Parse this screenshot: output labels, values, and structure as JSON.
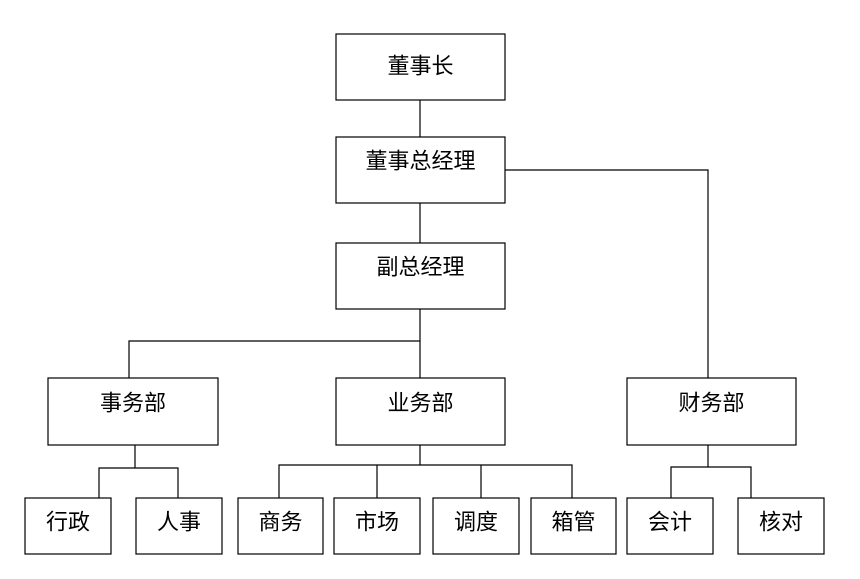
{
  "diagram": {
    "type": "org-chart",
    "nodes": {
      "chairman": "董事长",
      "gm": "董事总经理",
      "deputy_gm": "副总经理",
      "admin_dept": "事务部",
      "business_dept": "业务部",
      "finance_dept": "财务部",
      "admin": "行政",
      "hr": "人事",
      "commerce": "商务",
      "market": "市场",
      "dispatch": "调度",
      "container": "箱管",
      "accounting": "会计",
      "audit": "核对"
    },
    "edges": [
      [
        "chairman",
        "gm"
      ],
      [
        "gm",
        "deputy_gm"
      ],
      [
        "gm",
        "finance_dept"
      ],
      [
        "deputy_gm",
        "admin_dept"
      ],
      [
        "deputy_gm",
        "business_dept"
      ],
      [
        "admin_dept",
        "admin"
      ],
      [
        "admin_dept",
        "hr"
      ],
      [
        "business_dept",
        "commerce"
      ],
      [
        "business_dept",
        "market"
      ],
      [
        "business_dept",
        "dispatch"
      ],
      [
        "business_dept",
        "container"
      ],
      [
        "finance_dept",
        "accounting"
      ],
      [
        "finance_dept",
        "audit"
      ]
    ],
    "colors": {
      "line": "#000000",
      "box_fill": "#ffffff",
      "text": "#000000"
    }
  }
}
